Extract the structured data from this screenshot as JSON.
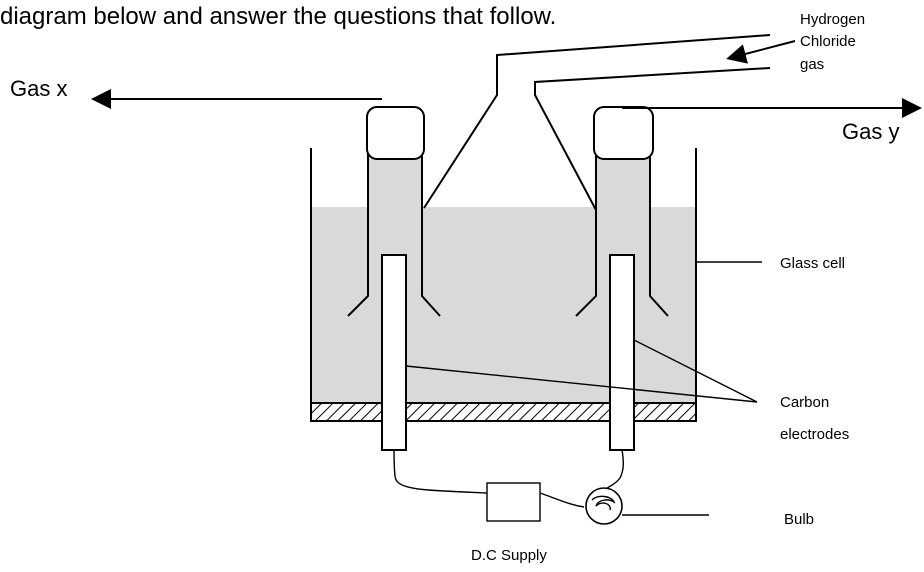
{
  "header_text": "diagram below and answer the questions that follow.",
  "labels": {
    "gas_x": "Gas x",
    "gas_y": "Gas y",
    "hcl": [
      "Hydrogen",
      "Chloride",
      "gas"
    ],
    "glass_cell": "Glass cell",
    "carbon_electrodes": [
      "Carbon",
      "electrodes"
    ],
    "bulb": "Bulb",
    "dc_supply": "D.C Supply"
  },
  "colors": {
    "electrolyte": "#d9d9d9",
    "line": "#000000",
    "background": "#ffffff"
  }
}
